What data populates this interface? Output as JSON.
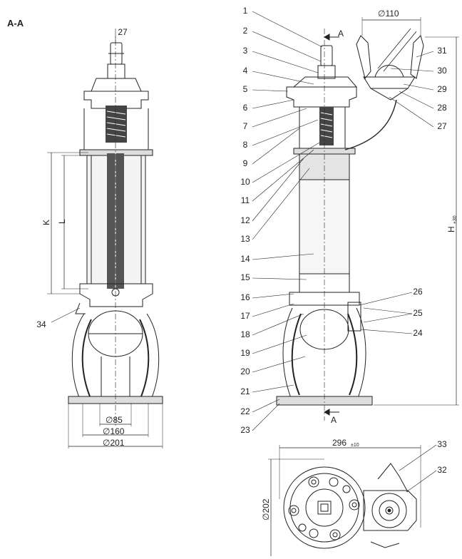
{
  "section_title": "A-A",
  "section_mark": "A",
  "dimensions": {
    "top_diameter": "∅110",
    "height": "H",
    "height_tol": "±30",
    "K": "K",
    "L": "L",
    "d85": "∅85",
    "d160": "∅160",
    "d201": "∅201",
    "width296": "296",
    "width296_tol": "±10",
    "d202": "∅202"
  },
  "callouts": {
    "section_top": "27",
    "section_left": "34",
    "left_column": [
      "1",
      "2",
      "3",
      "4",
      "5",
      "6",
      "7",
      "8",
      "9",
      "10",
      "11",
      "12",
      "13",
      "14",
      "15",
      "16",
      "17",
      "18",
      "19",
      "20",
      "21",
      "22",
      "23"
    ],
    "right_column": [
      "31",
      "30",
      "29",
      "28",
      "27",
      "26",
      "25",
      "24"
    ],
    "plan_view": [
      "33",
      "32"
    ]
  }
}
